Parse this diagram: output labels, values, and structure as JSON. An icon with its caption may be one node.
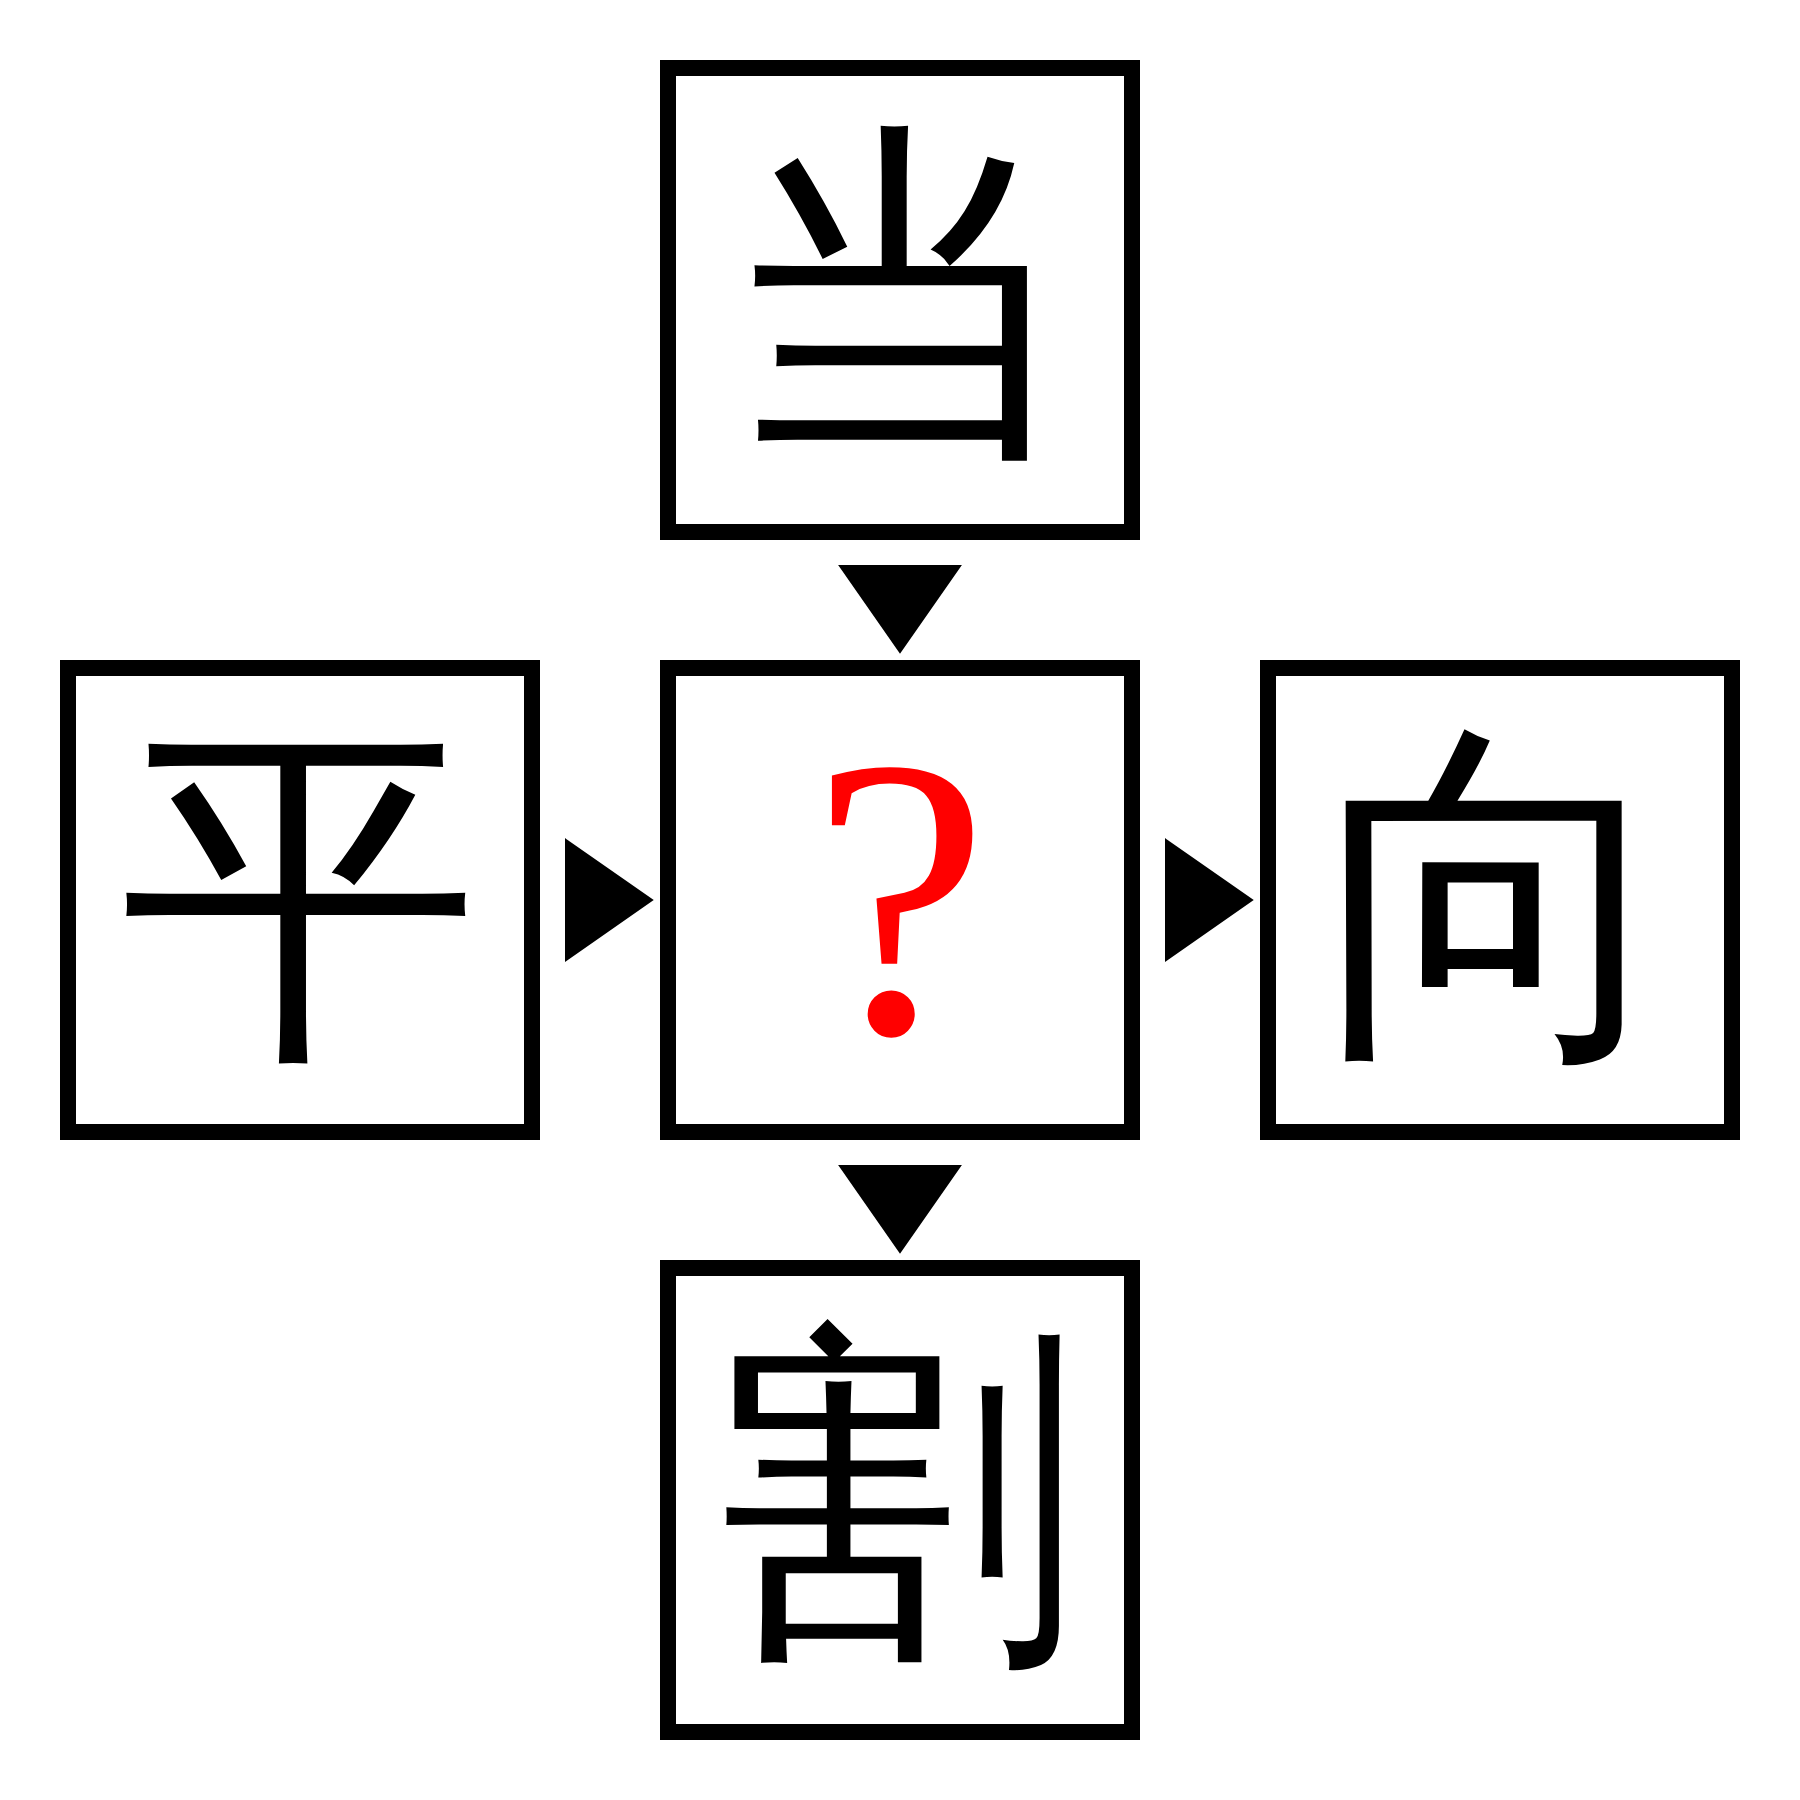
{
  "diagram": {
    "nodes": [
      {
        "text": [
          "当"
        ]
      },
      {
        "text": [
          "平"
        ]
      },
      {
        "text": [
          "?"
        ]
      },
      {
        "text": [
          "向"
        ]
      },
      {
        "text": [
          "割"
        ]
      }
    ],
    "edges": [
      {
        "from": 0,
        "to": 2,
        "arrow": "to"
      },
      {
        "from": 1,
        "to": 2,
        "arrow": "to"
      },
      {
        "from": 2,
        "to": 3,
        "arrow": "to"
      },
      {
        "from": 2,
        "to": 4,
        "arrow": "to"
      }
    ]
  }
}
